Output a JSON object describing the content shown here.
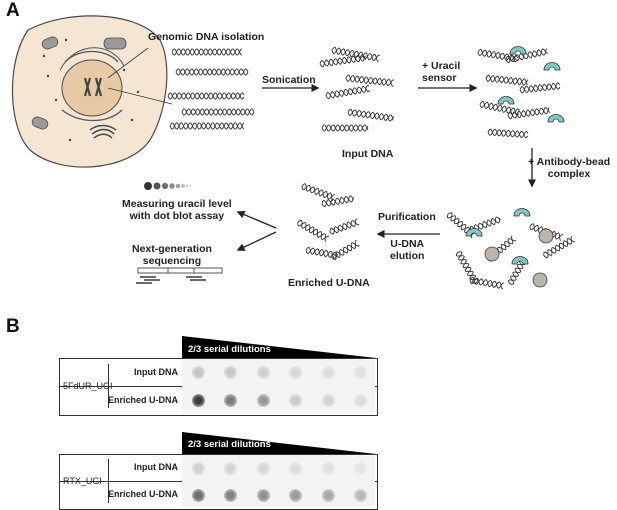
{
  "panels": {
    "a": "A",
    "b": "B"
  },
  "workflow": {
    "genomic_dna_isolation": "Genomic DNA isolation",
    "sonication": "Sonication",
    "input_dna": "Input DNA",
    "uracil_sensor": [
      "+ Uracil",
      "sensor"
    ],
    "antibody_bead": [
      "+ Antibody-bead",
      "complex"
    ],
    "purification": "Purification",
    "udna_elution": [
      "U-DNA",
      "elution"
    ],
    "enriched_udna": "Enriched U-DNA",
    "dot_blot": [
      "Measuring uracil level",
      "with dot blot assay"
    ],
    "ngs": [
      "Next-generation",
      "sequencing"
    ]
  },
  "colors": {
    "sensor": "#7ec8c8",
    "bead": "#bcb5ab",
    "cell": "#f5e6d3",
    "nucleus": "#e8c9a6"
  },
  "blots": [
    {
      "dilution_label": "2/3 serial dilutions",
      "sample": "5FdUR_UGI",
      "rows": [
        {
          "label": "Input DNA",
          "intensities": [
            0.22,
            0.2,
            0.16,
            0.12,
            0.1,
            0.08
          ]
        },
        {
          "label": "Enriched U-DNA",
          "intensities": [
            0.9,
            0.58,
            0.44,
            0.18,
            0.14,
            0.1
          ]
        }
      ]
    },
    {
      "dilution_label": "2/3 serial dilutions",
      "sample": "RTX_UGI",
      "rows": [
        {
          "label": "Input DNA",
          "intensities": [
            0.16,
            0.14,
            0.12,
            0.1,
            0.08,
            0.06
          ]
        },
        {
          "label": "Enriched U-DNA",
          "intensities": [
            0.65,
            0.55,
            0.48,
            0.42,
            0.36,
            0.28
          ]
        }
      ]
    }
  ]
}
